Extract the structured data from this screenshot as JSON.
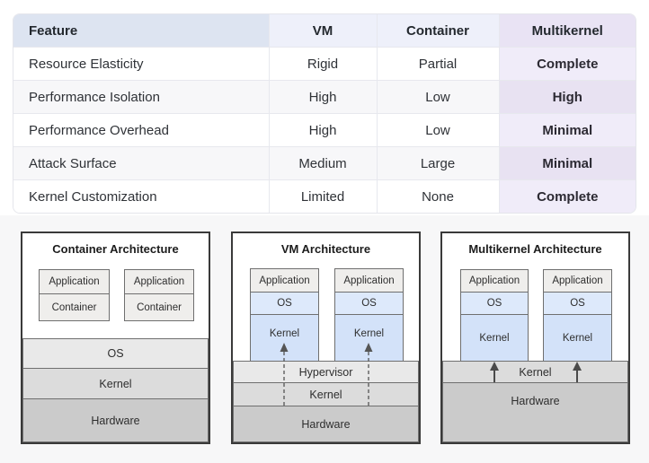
{
  "table": {
    "header": {
      "feature": "Feature",
      "vm": "VM",
      "container": "Container",
      "multikernel": "Multikernel"
    },
    "rows": [
      {
        "feature": "Resource Elasticity",
        "vm": "Rigid",
        "container": "Partial",
        "multikernel": "Complete"
      },
      {
        "feature": "Performance Isolation",
        "vm": "High",
        "container": "Low",
        "multikernel": "High"
      },
      {
        "feature": "Performance Overhead",
        "vm": "High",
        "container": "Low",
        "multikernel": "Minimal"
      },
      {
        "feature": "Attack Surface",
        "vm": "Medium",
        "container": "Large",
        "multikernel": "Minimal"
      },
      {
        "feature": "Kernel Customization",
        "vm": "Limited",
        "container": "None",
        "multikernel": "Complete"
      }
    ]
  },
  "diagrams": {
    "container": {
      "title": "Container Architecture",
      "stack1": {
        "app": "Application",
        "runtime": "Container"
      },
      "stack2": {
        "app": "Application",
        "runtime": "Container"
      },
      "layers": {
        "os": "OS",
        "kernel": "Kernel",
        "hardware": "Hardware"
      }
    },
    "vm": {
      "title": "VM Architecture",
      "stack1": {
        "app": "Application",
        "os": "OS",
        "kernel": "Kernel"
      },
      "stack2": {
        "app": "Application",
        "os": "OS",
        "kernel": "Kernel"
      },
      "layers": {
        "hypervisor": "Hypervisor",
        "kernel": "Kernel",
        "hardware": "Hardware"
      },
      "arrow_style": "dashed"
    },
    "multikernel": {
      "title": "Multikernel Architecture",
      "stack1": {
        "app": "Application",
        "os": "OS",
        "kernel": "Kernel"
      },
      "stack2": {
        "app": "Application",
        "os": "OS",
        "kernel": "Kernel"
      },
      "layers": {
        "kernel": "Kernel",
        "hardware": "Hardware"
      },
      "arrow_style": "solid"
    }
  },
  "colors": {
    "header_feature_bg": "#dde4f1",
    "header_mid_bg": "#eef0fa",
    "header_multikernel_bg": "#e9e3f4",
    "multikernel_col_odd": "#f0ecf9",
    "multikernel_col_even": "#e8e2f2",
    "row_even_bg": "#f7f7f9",
    "stack_gray": "#efeeec",
    "os_blue": "#dde9fb",
    "kernel_blue": "#d3e2f9",
    "layer_light": "#e9e9e9",
    "layer_mid": "#dcdcdc",
    "layer_dark": "#cbcbcb",
    "section_bg": "#f7f7f8"
  }
}
